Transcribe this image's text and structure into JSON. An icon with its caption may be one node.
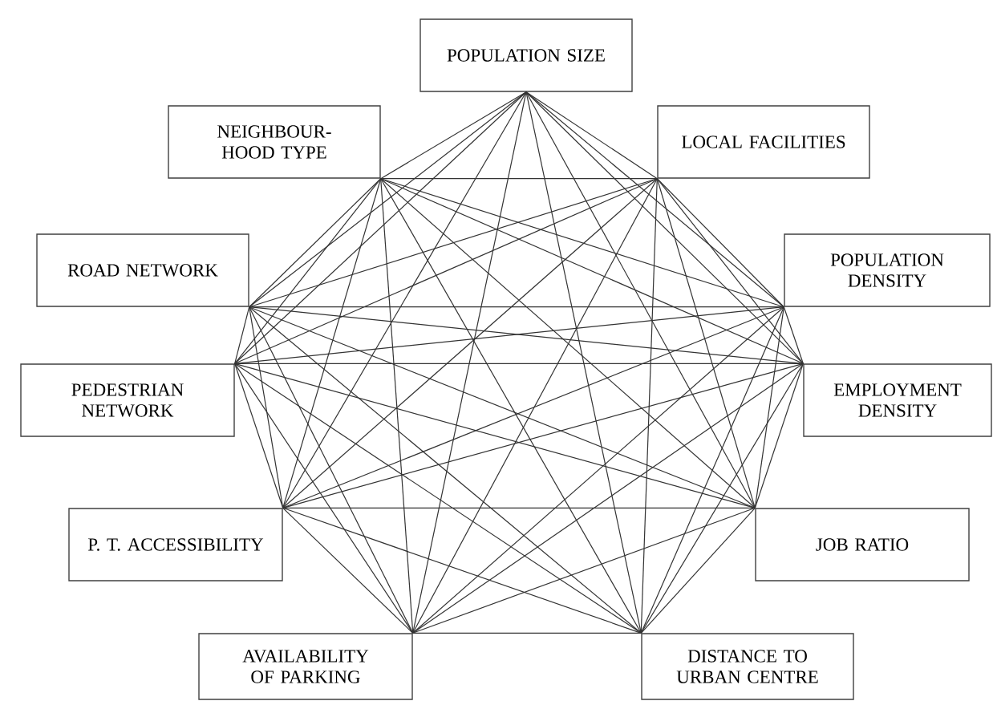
{
  "diagram": {
    "nodes": [
      {
        "text": [
          "POPULATION SIZE"
        ]
      },
      {
        "text": [
          "NEIGHBOUR- HOOD TYPE"
        ]
      },
      {
        "text": [
          "LOCAL FACILITIES"
        ]
      },
      {
        "text": [
          "ROAD NETWORK"
        ]
      },
      {
        "text": [
          "POPULATION DENSITY"
        ]
      },
      {
        "text": [
          "PEDESTRIAN NETWORK"
        ]
      },
      {
        "text": [
          "EMPLOYMENT DENSITY"
        ]
      },
      {
        "text": [
          "P. T. ACCESSIBILITY"
        ]
      },
      {
        "text": [
          "JOB RATIO"
        ]
      },
      {
        "text": [
          "AVAILABILITY OF PARKING"
        ]
      },
      {
        "text": [
          "DISTANCE TO URBAN CENTRE"
        ]
      }
    ],
    "edges": [
      {
        "from": 0,
        "to": 1,
        "arrow": "none"
      },
      {
        "from": 0,
        "to": 2,
        "arrow": "none"
      },
      {
        "from": 0,
        "to": 3,
        "arrow": "none"
      },
      {
        "from": 0,
        "to": 4,
        "arrow": "none"
      },
      {
        "from": 0,
        "to": 5,
        "arrow": "none"
      },
      {
        "from": 0,
        "to": 6,
        "arrow": "none"
      },
      {
        "from": 0,
        "to": 7,
        "arrow": "none"
      },
      {
        "from": 0,
        "to": 8,
        "arrow": "none"
      },
      {
        "from": 0,
        "to": 9,
        "arrow": "none"
      },
      {
        "from": 0,
        "to": 10,
        "arrow": "none"
      },
      {
        "from": 1,
        "to": 2,
        "arrow": "none"
      },
      {
        "from": 1,
        "to": 3,
        "arrow": "none"
      },
      {
        "from": 1,
        "to": 4,
        "arrow": "none"
      },
      {
        "from": 1,
        "to": 5,
        "arrow": "none"
      },
      {
        "from": 1,
        "to": 6,
        "arrow": "none"
      },
      {
        "from": 1,
        "to": 7,
        "arrow": "none"
      },
      {
        "from": 1,
        "to": 8,
        "arrow": "none"
      },
      {
        "from": 1,
        "to": 9,
        "arrow": "none"
      },
      {
        "from": 1,
        "to": 10,
        "arrow": "none"
      },
      {
        "from": 2,
        "to": 3,
        "arrow": "none"
      },
      {
        "from": 2,
        "to": 4,
        "arrow": "none"
      },
      {
        "from": 2,
        "to": 5,
        "arrow": "none"
      },
      {
        "from": 2,
        "to": 6,
        "arrow": "none"
      },
      {
        "from": 2,
        "to": 7,
        "arrow": "none"
      },
      {
        "from": 2,
        "to": 8,
        "arrow": "none"
      },
      {
        "from": 2,
        "to": 9,
        "arrow": "none"
      },
      {
        "from": 2,
        "to": 10,
        "arrow": "none"
      },
      {
        "from": 3,
        "to": 4,
        "arrow": "none"
      },
      {
        "from": 3,
        "to": 5,
        "arrow": "none"
      },
      {
        "from": 3,
        "to": 6,
        "arrow": "none"
      },
      {
        "from": 3,
        "to": 7,
        "arrow": "none"
      },
      {
        "from": 3,
        "to": 8,
        "arrow": "none"
      },
      {
        "from": 3,
        "to": 9,
        "arrow": "none"
      },
      {
        "from": 3,
        "to": 10,
        "arrow": "none"
      },
      {
        "from": 4,
        "to": 5,
        "arrow": "none"
      },
      {
        "from": 4,
        "to": 6,
        "arrow": "none"
      },
      {
        "from": 4,
        "to": 7,
        "arrow": "none"
      },
      {
        "from": 4,
        "to": 8,
        "arrow": "none"
      },
      {
        "from": 4,
        "to": 9,
        "arrow": "none"
      },
      {
        "from": 4,
        "to": 10,
        "arrow": "none"
      },
      {
        "from": 5,
        "to": 6,
        "arrow": "none"
      },
      {
        "from": 5,
        "to": 7,
        "arrow": "none"
      },
      {
        "from": 5,
        "to": 8,
        "arrow": "none"
      },
      {
        "from": 5,
        "to": 9,
        "arrow": "none"
      },
      {
        "from": 5,
        "to": 10,
        "arrow": "none"
      },
      {
        "from": 6,
        "to": 7,
        "arrow": "none"
      },
      {
        "from": 6,
        "to": 8,
        "arrow": "none"
      },
      {
        "from": 6,
        "to": 9,
        "arrow": "none"
      },
      {
        "from": 6,
        "to": 10,
        "arrow": "none"
      },
      {
        "from": 7,
        "to": 8,
        "arrow": "none"
      },
      {
        "from": 7,
        "to": 9,
        "arrow": "none"
      },
      {
        "from": 7,
        "to": 10,
        "arrow": "none"
      },
      {
        "from": 8,
        "to": 9,
        "arrow": "none"
      },
      {
        "from": 8,
        "to": 10,
        "arrow": "none"
      },
      {
        "from": 9,
        "to": 10,
        "arrow": "none"
      }
    ]
  }
}
